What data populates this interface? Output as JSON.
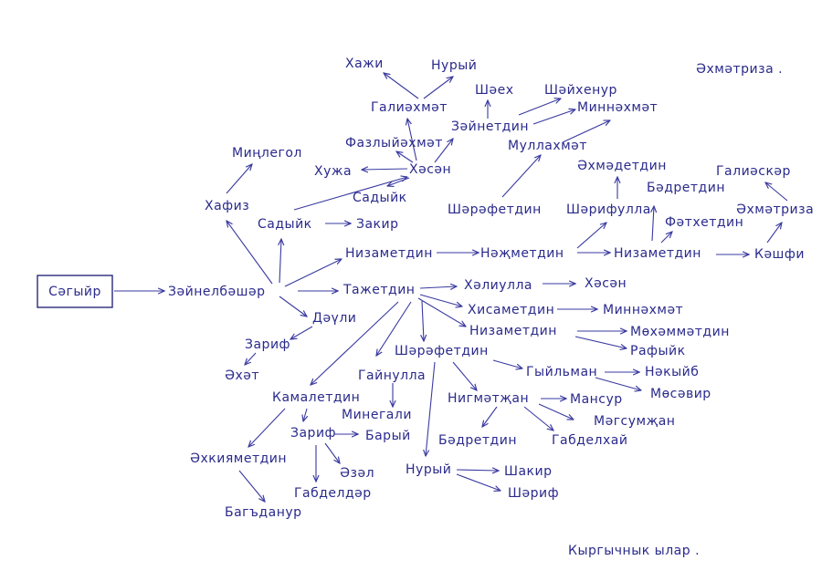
{
  "colors": {
    "ink": "#2a2a8c",
    "line": "#3a3aa0",
    "background": "#ffffff"
  },
  "nodes": {
    "root": "Сәгыйр",
    "zaynelbashar": "Зәйнелбәшәр",
    "hafiz": "Хафиз",
    "mindegol": "Миңлегол",
    "sadyik1": "Садыйк",
    "zakir": "Закир",
    "dauli": "Дәүли",
    "zarif1": "Зариф",
    "ahat": "Әхәт",
    "hasan": "Хәсән",
    "khuzha": "Хужа",
    "sadyik2": "Садыйк",
    "fazlyiahmat": "Фазлыйәхмәт",
    "galiahmat": "Галиәхмәт",
    "hazhi": "Хажи",
    "nuryi1": "Нурый",
    "zaynetdin": "Зәйнетдин",
    "shayh": "Шәех",
    "shayhenur": "Шәйхенур",
    "minnahmat1": "Миннәхмәт",
    "mullahmat": "Муллахмәт",
    "sharafetdin1": "Шәрәфетдин",
    "nizametdin1": "Низаметдин",
    "nazhmetdin": "Нәҗметдин",
    "nizametdin2": "Низаметдин",
    "kashfi": "Кәшфи",
    "sharifulla": "Шәрифулла",
    "ahmadetdin": "Әхмәдетдин",
    "badretdin1": "Бәдретдин",
    "fathetdin": "Фәтхетдин",
    "ahmatriza1": "Әхмәтриза",
    "galiaskar": "Галиәскәр",
    "ahmatriza2": "Әхмәтриза .",
    "tazhetdin": "Тажетдин",
    "halilulla": "Хәлиулла",
    "hasan2": "Хәсән",
    "hisametdin": "Хисаметдин",
    "minnahmat2": "Миннәхмәт",
    "nizametdin3": "Низаметдин",
    "mohammatdin": "Мөхәммәтдин",
    "rafyik": "Рафыйк",
    "sharafetdin2": "Шәрәфетдин",
    "gyilman": "Гыйльман",
    "nakyib": "Нәкыйб",
    "mosavir": "Мөсәвир",
    "gaynulla": "Гайнулла",
    "minegali": "Минегали",
    "nigmatzhan": "Нигмәтҗан",
    "mansur": "Мансур",
    "magsumzhan": "Мәгсумҗан",
    "badretdin2": "Бәдретдин",
    "gabdelhay": "Габделхай",
    "kamaletdin": "Камалетдин",
    "zarif2": "Зариф",
    "baryi": "Барый",
    "azal": "Әзәл",
    "gabdeldar": "Габделдәр",
    "ahkiyametdin": "Әхкияметдин",
    "bagdanur": "Багъданур",
    "nuryi2": "Нурый",
    "shakir": "Шакир",
    "sharif": "Шәриф"
  },
  "footer": {
    "caption": "Кыргычнык ылар ."
  }
}
